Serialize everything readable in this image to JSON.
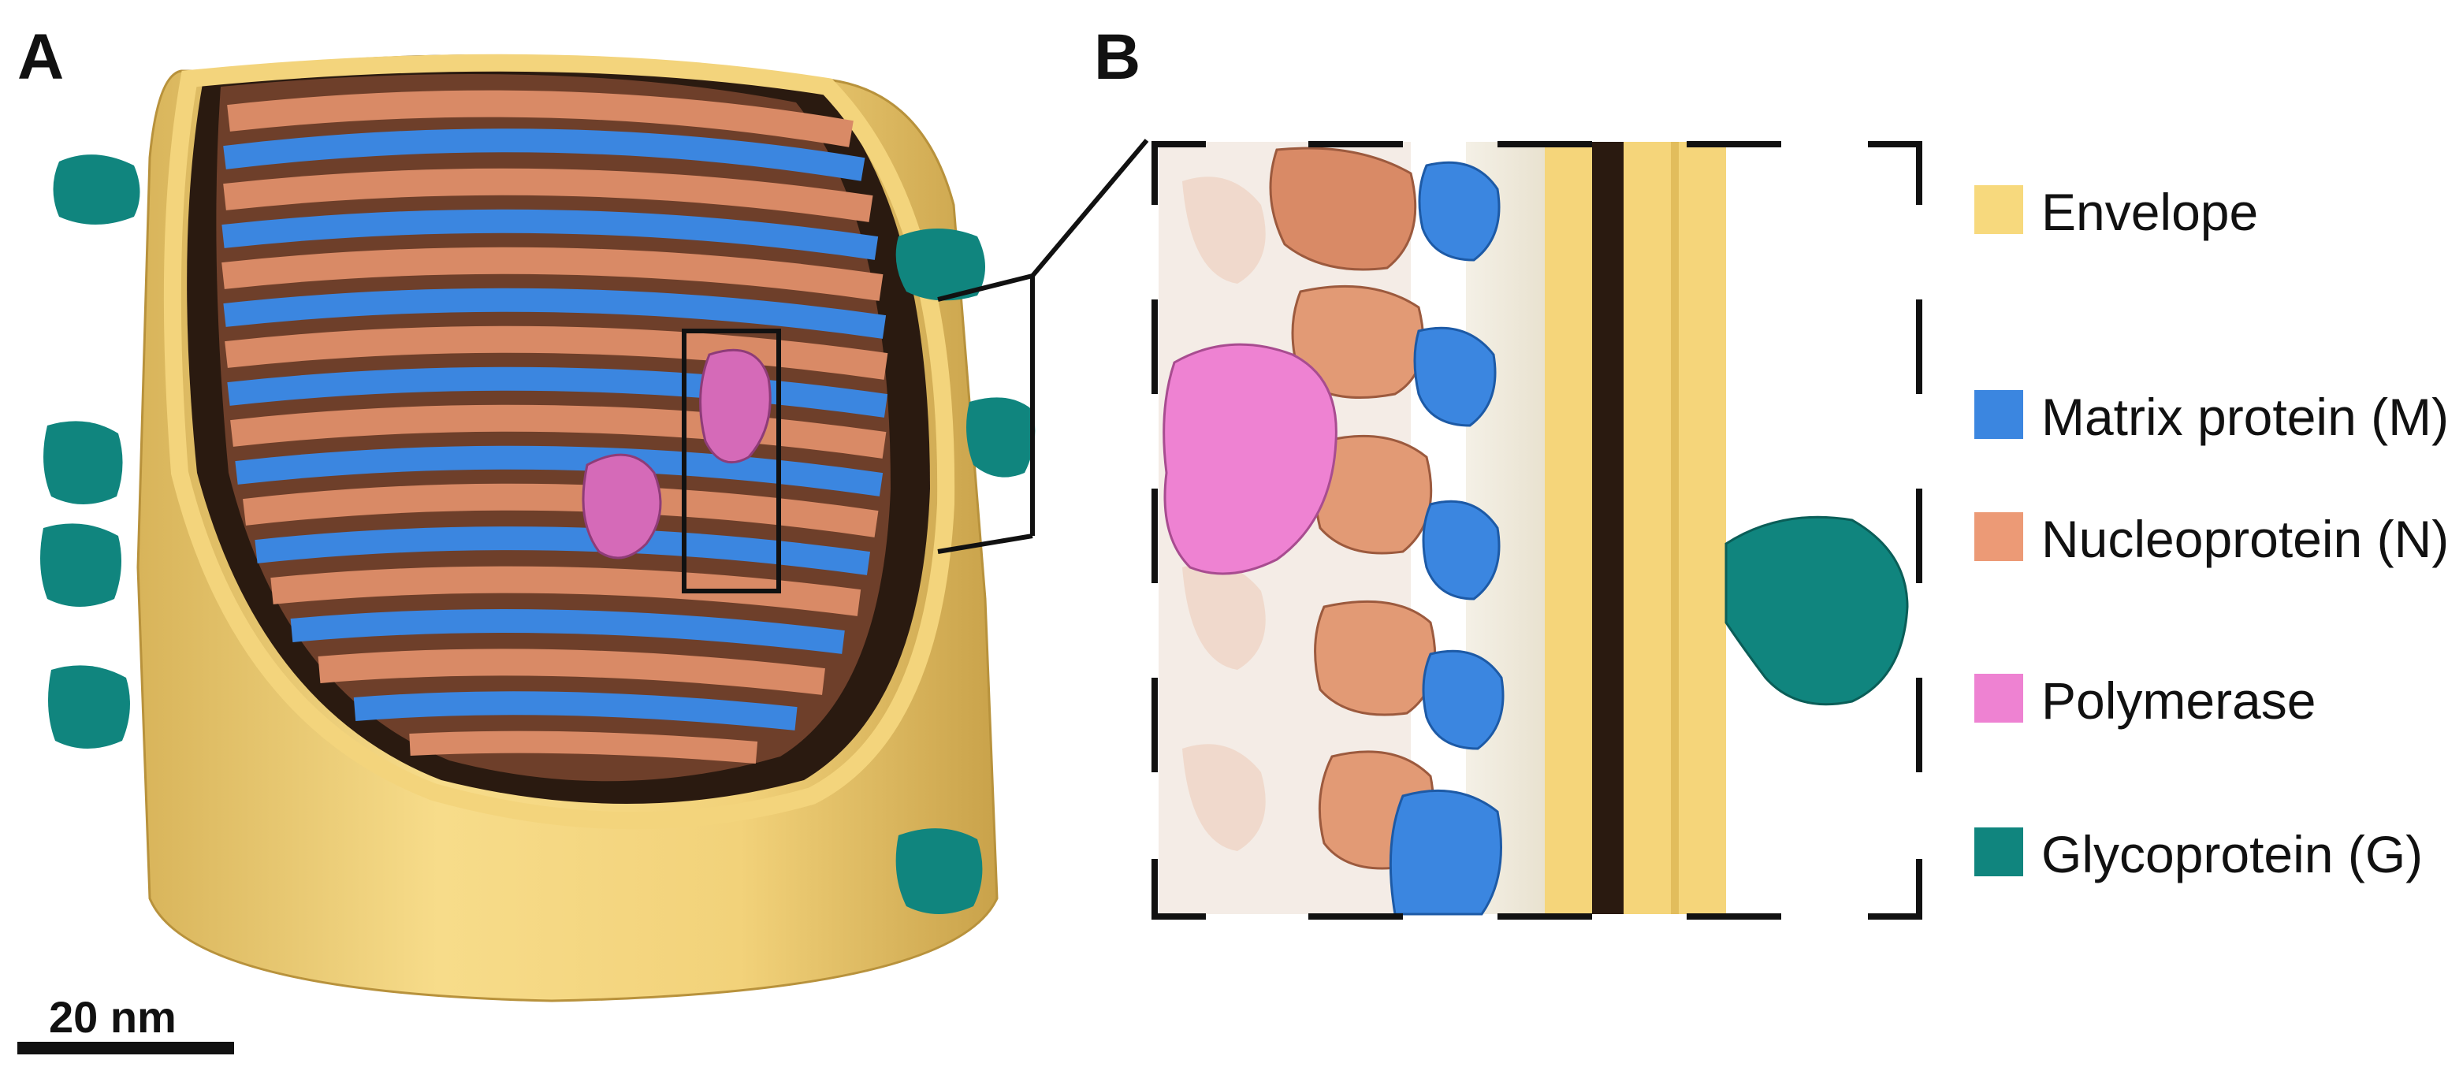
{
  "panels": {
    "a_label": "A",
    "b_label": "B"
  },
  "scale_bar": {
    "label": "20 nm"
  },
  "legend": [
    {
      "label": "Envelope",
      "color": "#f7d97d"
    },
    {
      "label": "Matrix protein (M)",
      "color": "#3b86e0"
    },
    {
      "label": "Nucleoprotein (N)",
      "color": "#ec9a76"
    },
    {
      "label": "Polymerase",
      "color": "#ee82d2"
    },
    {
      "label": "Glycoprotein (G)",
      "color": "#10857e"
    }
  ],
  "colors": {
    "envelope": "#f5d57a",
    "envelope_shadow": "#c9a64c",
    "matrix": "#3b86e0",
    "nucleo": "#d98a66",
    "polymerase": "#d56ab8",
    "glyco": "#10857e",
    "interior": "#2a1a10"
  }
}
